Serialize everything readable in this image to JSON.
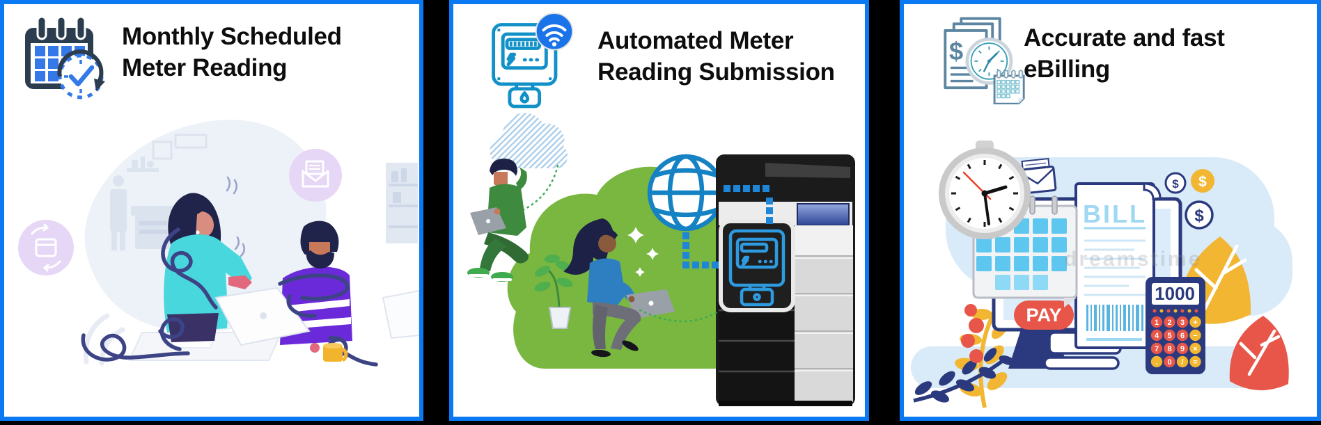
{
  "page": {
    "background_color": "#000000"
  },
  "theme": {
    "panel_border_color": "#0b7af2",
    "panel_background": "#ffffff",
    "title_color": "#0d0d0d"
  },
  "cards": [
    {
      "icon": "calendar-clock-icon",
      "title_line1": "Monthly Scheduled",
      "title_line2": "Meter Reading"
    },
    {
      "icon": "smart-meter-wifi-icon",
      "title_line1": "Automated Meter",
      "title_line2": "Reading Submission"
    },
    {
      "icon": "invoices-clock-calendar-icon",
      "title_line1": "Accurate and fast",
      "title_line2": "eBilling"
    }
  ],
  "ebilling_illustration": {
    "bill_heading": "BILL",
    "pay_button_label": "PAY",
    "calculator_display": "1000",
    "calculator_keys": [
      "1",
      "2",
      "3",
      "+",
      "4",
      "5",
      "6",
      "−",
      "7",
      "8",
      "9",
      "×",
      ".",
      "0",
      "/",
      "="
    ],
    "currency_symbol": "$",
    "watermark": "dreamstime"
  }
}
